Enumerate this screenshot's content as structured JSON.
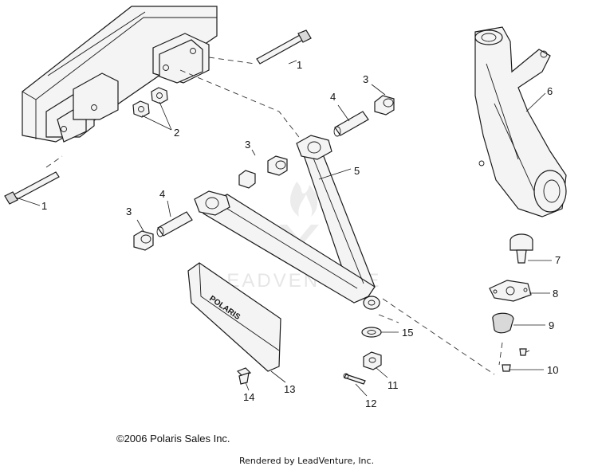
{
  "diagram": {
    "callouts": {
      "c1a": "1",
      "c1b": "1",
      "c2": "2",
      "c3a": "3",
      "c3b": "3",
      "c3c": "3",
      "c4a": "4",
      "c4b": "4",
      "c5": "5",
      "c6": "6",
      "c7": "7",
      "c8": "8",
      "c9": "9",
      "c10": "10",
      "c11": "11",
      "c12": "12",
      "c13": "13",
      "c14": "14",
      "c15": "15"
    },
    "guard_logo": "POLARIS"
  },
  "watermark": {
    "text": "LEADVENTURE"
  },
  "footer": {
    "copyright": "©2006 Polaris Sales Inc.",
    "rendered_by": "Rendered by LeadVenture, Inc."
  }
}
